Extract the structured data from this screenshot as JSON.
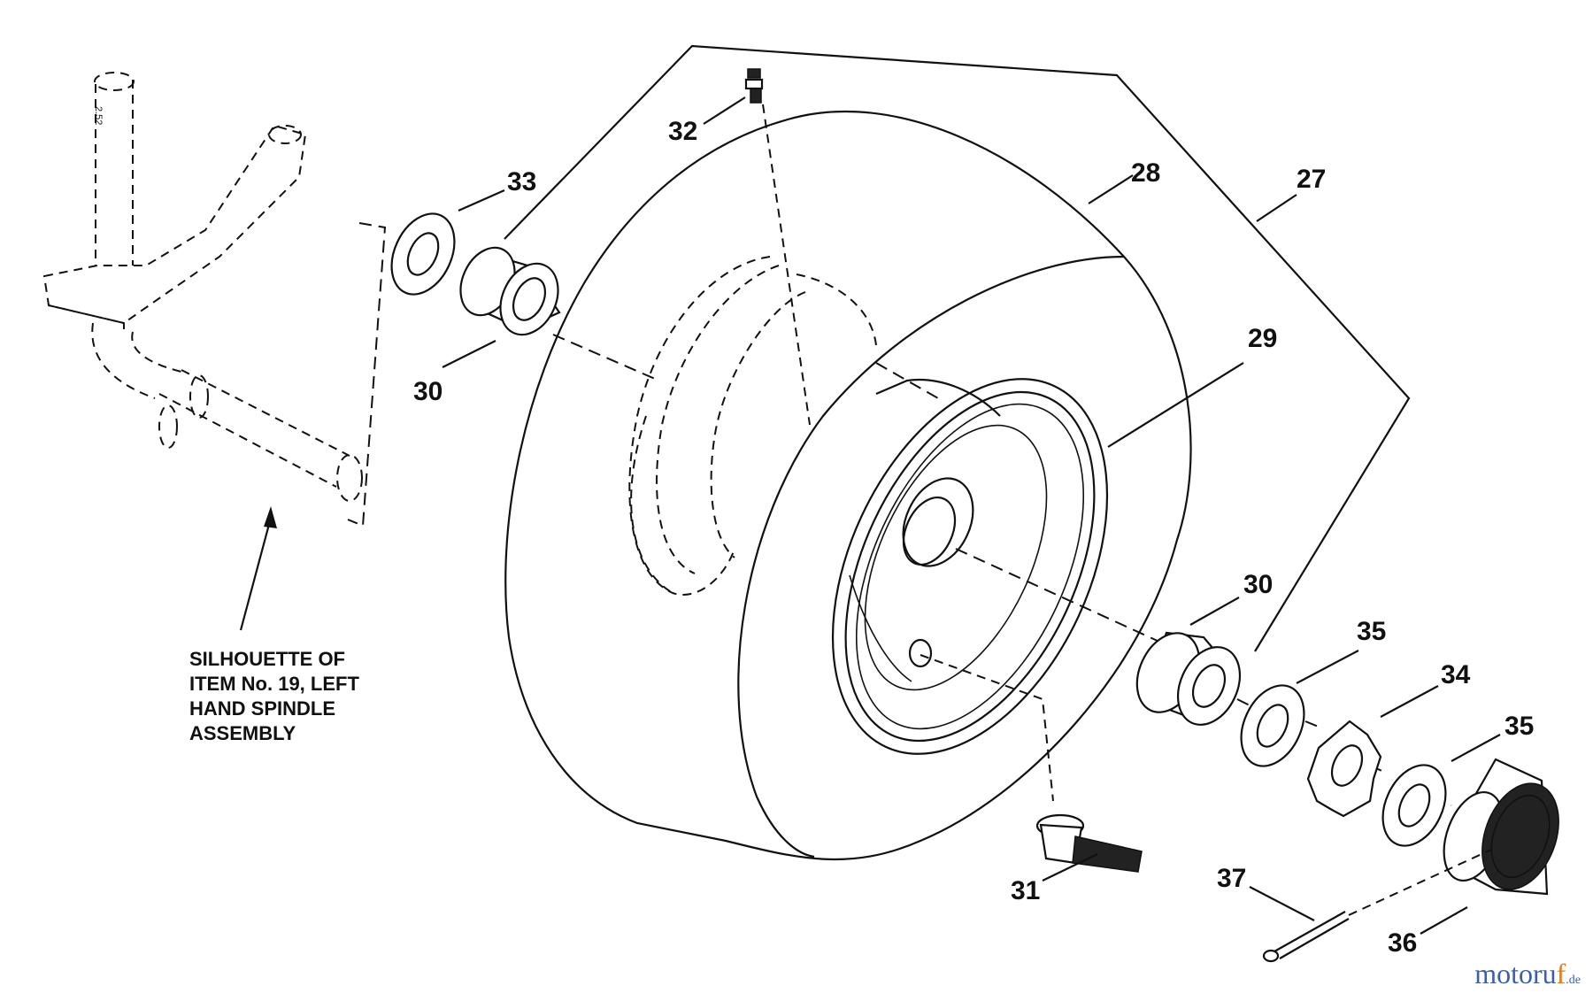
{
  "diagram": {
    "title": "Wheel assembly exploded view",
    "caption": [
      "SILHOUETTE OF",
      "ITEM No. 19, LEFT",
      "HAND SPINDLE",
      "ASSEMBLY"
    ],
    "part_labels": {
      "p27": "27",
      "p28": "28",
      "p29": "29",
      "p30a": "30",
      "p30b": "30",
      "p31": "31",
      "p32": "32",
      "p33": "33",
      "p34": "34",
      "p35a": "35",
      "p35b": "35",
      "p36": "36",
      "p37": "37"
    }
  },
  "watermark": {
    "main": "motoru",
    "accent": "f",
    "tld": ".de"
  },
  "colors": {
    "ink": "#111111",
    "watermark_blue": "#3b5fa8",
    "watermark_orange": "#e07b1f"
  }
}
